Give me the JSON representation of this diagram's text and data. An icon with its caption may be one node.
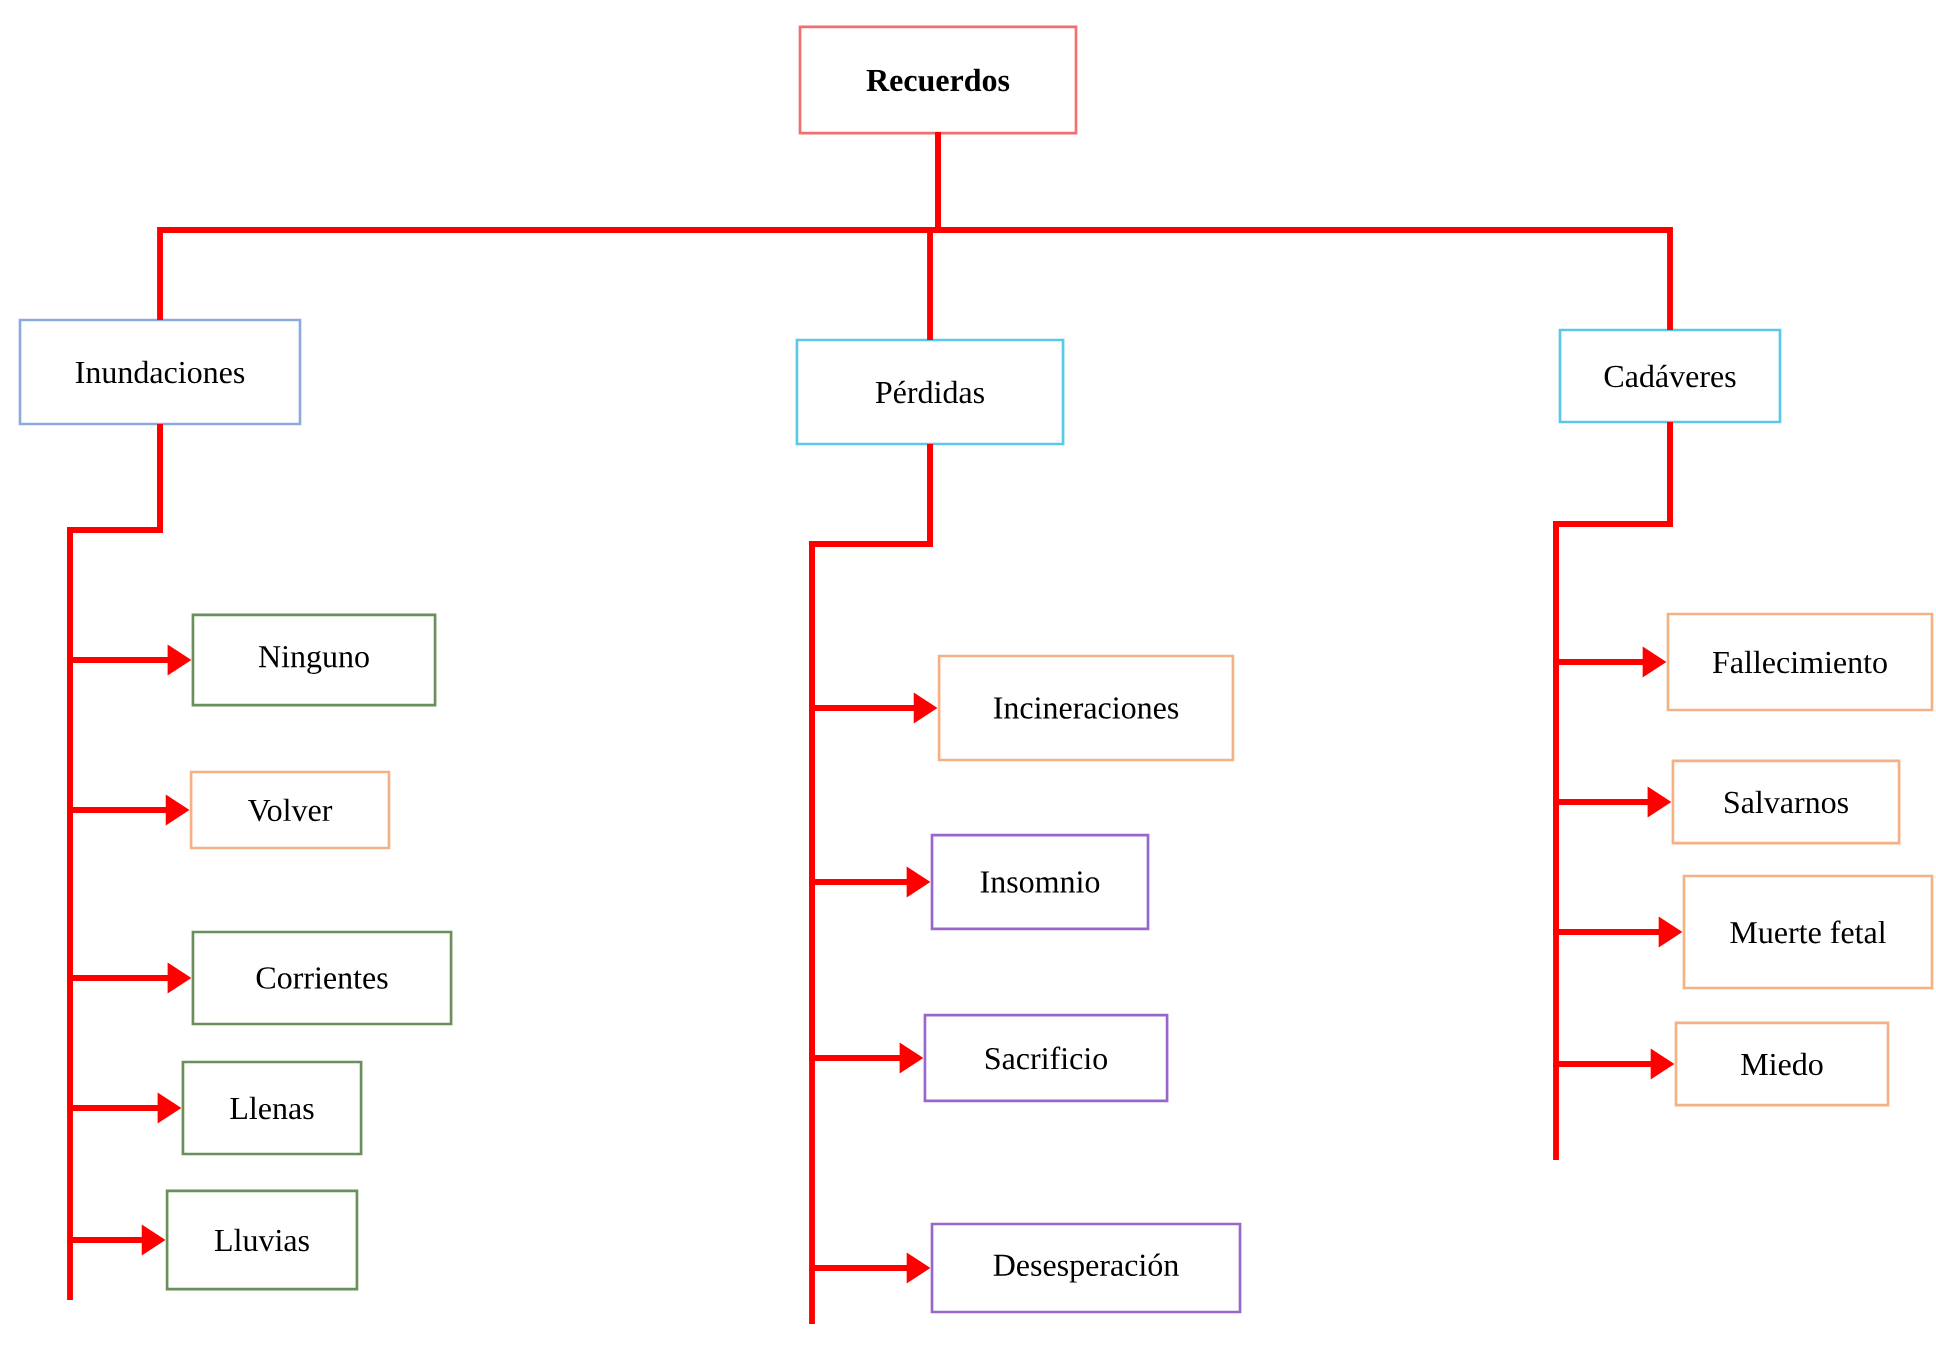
{
  "diagram": {
    "nodes": [
      {
        "text": [
          "Recuerdos"
        ]
      },
      {
        "text": [
          "Inundaciones"
        ]
      },
      {
        "text": [
          "Pérdidas"
        ]
      },
      {
        "text": [
          "Cadáveres"
        ]
      },
      {
        "text": [
          "Ninguno"
        ]
      },
      {
        "text": [
          "Volver"
        ]
      },
      {
        "text": [
          "Corrientes"
        ]
      },
      {
        "text": [
          "Llenas"
        ]
      },
      {
        "text": [
          "Lluvias"
        ]
      },
      {
        "text": [
          "Incineraciones"
        ]
      },
      {
        "text": [
          "Insomnio"
        ]
      },
      {
        "text": [
          "Sacrificio"
        ]
      },
      {
        "text": [
          "Desesperación"
        ]
      },
      {
        "text": [
          "Fallecimiento"
        ]
      },
      {
        "text": [
          "Salvarnos"
        ]
      },
      {
        "text": [
          "Muerte fetal"
        ]
      },
      {
        "text": [
          "Miedo"
        ]
      }
    ],
    "edges": [
      {
        "from": 0,
        "to": 1,
        "arrow": "none"
      },
      {
        "from": 0,
        "to": 2,
        "arrow": "none"
      },
      {
        "from": 0,
        "to": 3,
        "arrow": "none"
      },
      {
        "from": 1,
        "to": 4,
        "arrow": "to"
      },
      {
        "from": 1,
        "to": 5,
        "arrow": "to"
      },
      {
        "from": 1,
        "to": 6,
        "arrow": "to"
      },
      {
        "from": 1,
        "to": 7,
        "arrow": "to"
      },
      {
        "from": 1,
        "to": 8,
        "arrow": "to"
      },
      {
        "from": 2,
        "to": 9,
        "arrow": "to"
      },
      {
        "from": 2,
        "to": 10,
        "arrow": "to"
      },
      {
        "from": 2,
        "to": 11,
        "arrow": "to"
      },
      {
        "from": 2,
        "to": 12,
        "arrow": "to"
      },
      {
        "from": 3,
        "to": 13,
        "arrow": "to"
      },
      {
        "from": 3,
        "to": 14,
        "arrow": "to"
      },
      {
        "from": 3,
        "to": 15,
        "arrow": "to"
      },
      {
        "from": 3,
        "to": 16,
        "arrow": "to"
      }
    ]
  }
}
